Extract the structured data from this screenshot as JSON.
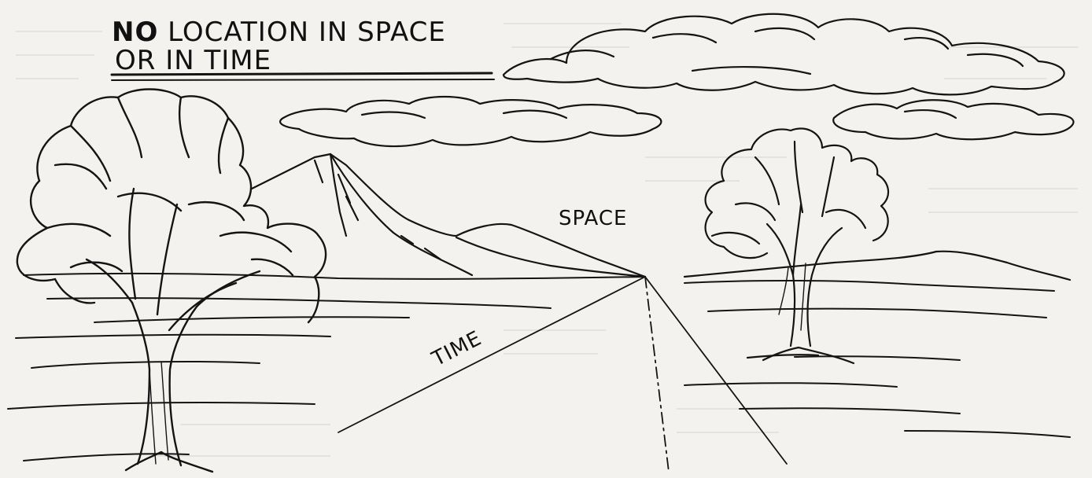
{
  "title": {
    "line1_bold": "NO",
    "line1_rest": " LOCATION IN SPACE",
    "line2": "OR IN TIME"
  },
  "labels": {
    "space": "SPACE",
    "time": "TIME"
  },
  "colors": {
    "ink": "#141414",
    "paper": "#f3f2ee",
    "faint": "#9a9a96"
  }
}
